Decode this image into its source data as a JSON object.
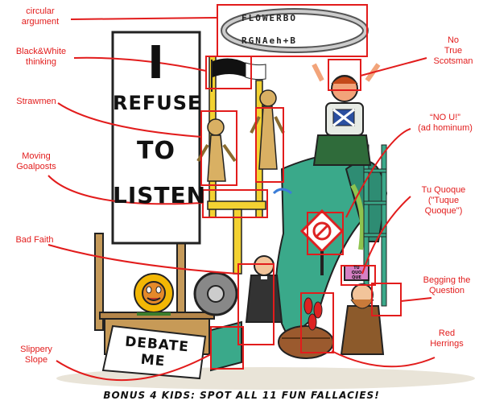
{
  "labels": {
    "circular": "circular\nargument",
    "blackwhite": "Black&White\nthinking",
    "strawmen": "Strawmen",
    "goalposts": "Moving\nGoalposts",
    "badfaith": "Bad Faith",
    "slippery": "Slippery\nSlope",
    "scotsman": "No\nTrue\nScotsman",
    "nou": "“NO U!”\n(ad hominum)",
    "tuquoque": "Tu Quoque\n(\"Tuque\nQuoque\")",
    "begging": "Begging the\nQuestion",
    "herrings": "Red\nHerrings"
  },
  "sign": {
    "line1": "I",
    "line2": "REFUSE",
    "line3": "TO",
    "line4": "LISTEN"
  },
  "debate_sign": {
    "line1": "DEBATE",
    "line2": "ME"
  },
  "ring": {
    "top": "FLOWERBO",
    "bottom": "RGNAeh+B"
  },
  "hat_text": "TU\nQUO\nQUE",
  "caption": "BONUS 4 KIDS: SPOT ALL 11 FUN FALLACIES!",
  "colors": {
    "annotation": "#e21c1c",
    "slide": "#3aa98a",
    "kilt": "#2f6b3a",
    "flower": "#f2b705"
  }
}
